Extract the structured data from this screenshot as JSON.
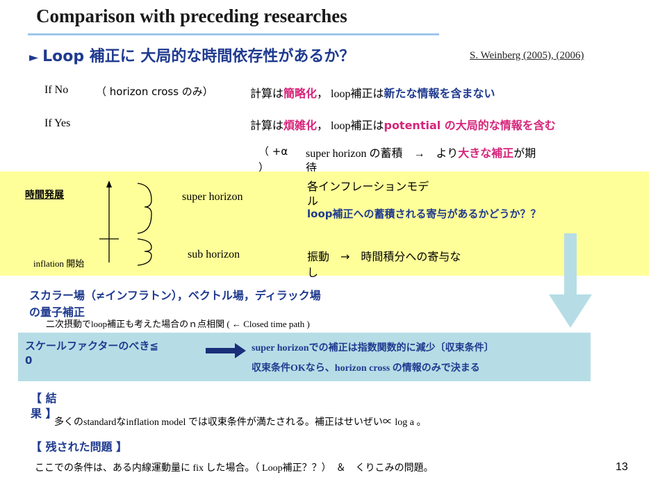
{
  "title": "Comparison with preceding researches",
  "heading": {
    "marker": "►",
    "text": "Loop 補正に 大局的な時間依存性があるか？"
  },
  "reference": "S. Weinberg (2005), (2006)",
  "if_no": {
    "label": "If No",
    "paren": "（ horizon cross のみ）",
    "calc_prefix": "計算は",
    "calc_value": "簡略化",
    "mid": "， loop補正は",
    "result": "新たな情報を含まない"
  },
  "if_yes": {
    "label": "If Yes",
    "calc_prefix": "計算は",
    "calc_value": "煩雑化",
    "mid": "， loop補正は",
    "result": "potential の大局的な情報を含む"
  },
  "alpha_note": {
    "left_line1": "（ +α",
    "left_line2": "）",
    "text_line1_pre": "super horizon の蓄積　→　より",
    "text_line1_em": "大きな補正",
    "text_line1_post": "が期",
    "text_line2": "待"
  },
  "yellow_panel": {
    "time_evolution": "時間発展",
    "inflation_start": "inflation 開始",
    "super_horizon": "super horizon",
    "sub_horizon": "sub horizon",
    "models_line1": "各インフレーションモデ",
    "models_line2": "ル",
    "loop_question": "loop補正への蓄積される寄与があるかどうか？？",
    "oscillation_line1": "振動　→　時間積分への寄与な",
    "oscillation_line2": "し"
  },
  "fields_line1": "スカラー場（≠インフラトン），ベクトル場，ディラック場",
  "fields_line2": "の量子補正",
  "perturbation_note": "二次摂動でloop補正も考えた場合のｎ点相関 ( ← Closed time path )",
  "cyan_panel": {
    "left_line1": "スケールファクターのべき≦",
    "left_line2": "0",
    "right_line1": "super horizonでの補正は指数関数的に減少〔収束条件〕",
    "right_line2": "収束条件OKなら、horizon cross の情報のみで決まる"
  },
  "result_header_line1": "【 結",
  "result_header_line2": "果 】",
  "result_text": "多くのstandardなinflation model では収束条件が満たされる。補正はせいぜい∝ log a 。",
  "remaining_header": "【 残された問題 】",
  "remaining_text": "ここでの条件は、ある内線運動量に fix した場合。（ Loop補正？？）　＆　くりこみの問題。",
  "page_number": "13",
  "colors": {
    "accent_blue": "#1f3a8f",
    "magenta": "#d6247a",
    "yellow_panel": "#ffff99",
    "cyan_panel": "#b6dde6",
    "navy_arrow": "#1a2f7a"
  }
}
